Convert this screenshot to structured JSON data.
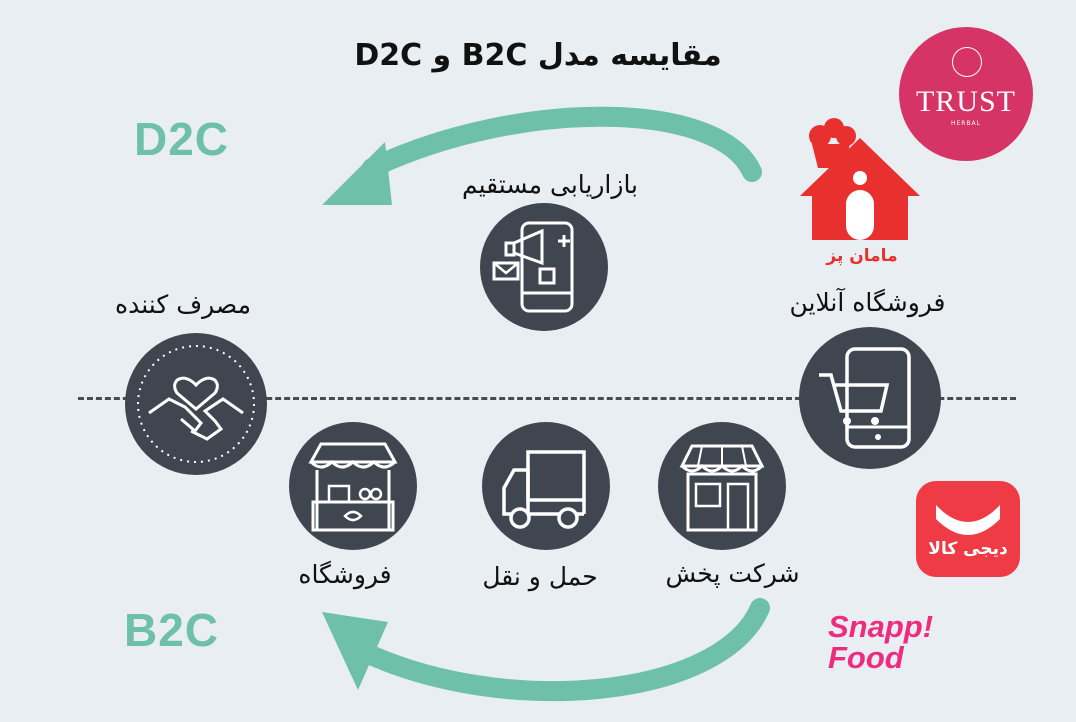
{
  "title": "مقایسه مدل B2C و D2C",
  "models": {
    "top": "D2C",
    "bottom": "B2C"
  },
  "nodes": {
    "direct_marketing": "بازاریابی مستقیم",
    "consumer": "مصرف کننده",
    "online_store": "فروشگاه آنلاین",
    "store": "فروشگاه",
    "transport": "حمل و نقل",
    "distribution": "شرکت پخش"
  },
  "brands": {
    "trust": "TRUST",
    "trust_sub": "HERBAL",
    "mamanpaz": "مامان پز",
    "digikala": "دیجی کالا",
    "snappfood_line1": "Snapp!",
    "snappfood_line2": "Food"
  },
  "colors": {
    "arrow": "#6ec0a9",
    "circle": "#3f4650",
    "background": "#e9eef2",
    "trust": "#d63366",
    "mamanpaz": "#e8312e",
    "digikala": "#ee3b45",
    "snappfood": "#ee2b7e"
  },
  "icons": [
    "megaphone-phone-icon",
    "handshake-heart-icon",
    "shopping-cart-phone-icon",
    "market-stall-icon",
    "delivery-truck-icon",
    "storefront-icon",
    "chef-house-icon"
  ]
}
